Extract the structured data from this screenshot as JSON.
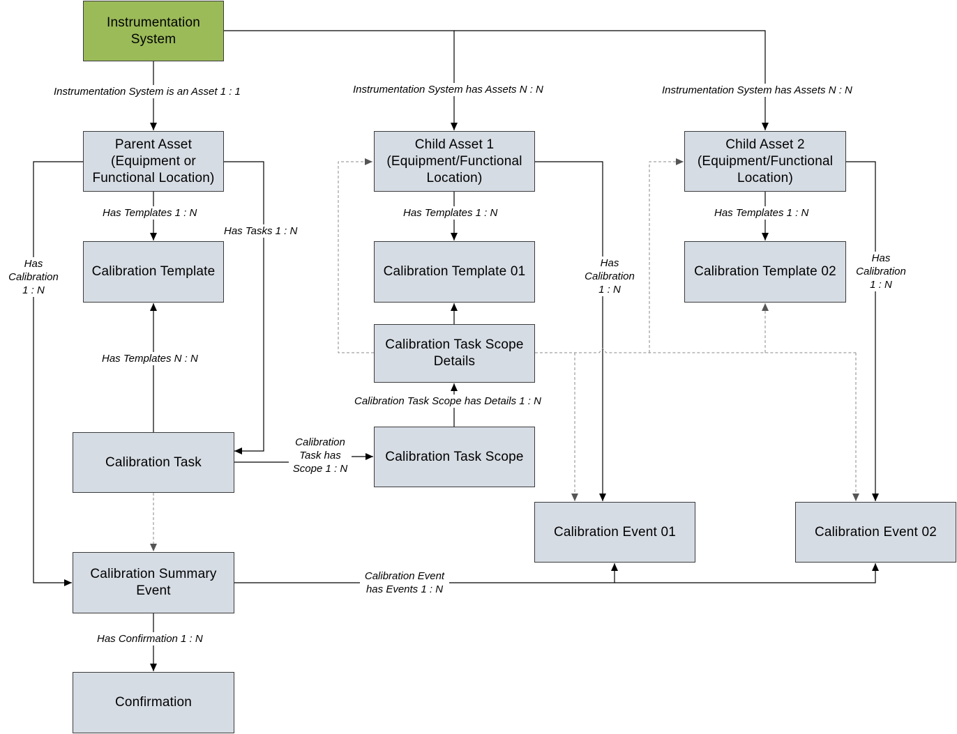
{
  "nodes": {
    "instrumentation_system": "Instrumentation\nSystem",
    "parent_asset": "Parent Asset\n(Equipment or\nFunctional Location)",
    "calibration_template": "Calibration Template",
    "calibration_task": "Calibration Task",
    "calibration_summary_event": "Calibration Summary\nEvent",
    "confirmation": "Confirmation",
    "child_asset_1": "Child Asset 1\n(Equipment/Functional\nLocation)",
    "calibration_template_01": "Calibration Template 01",
    "calibration_task_scope_details": "Calibration Task Scope\nDetails",
    "calibration_task_scope": "Calibration Task Scope",
    "child_asset_2": "Child Asset 2\n(Equipment/Functional\nLocation)",
    "calibration_template_02": "Calibration Template 02",
    "calibration_event_01": "Calibration Event 01",
    "calibration_event_02": "Calibration Event 02"
  },
  "edges": {
    "system_is_asset": "Instrumentation System is an Asset 1 : 1",
    "system_has_assets_1": "Instrumentation System has Assets N : N",
    "system_has_assets_2": "Instrumentation System has Assets N : N",
    "parent_has_templates": "Has Templates 1 : N",
    "parent_has_tasks": "Has Tasks 1 : N",
    "parent_has_calibration": "Has\nCalibration\n1 : N",
    "task_has_templates": "Has Templates N : N",
    "task_has_scope": "Calibration\nTask has\nScope 1 : N",
    "scope_has_details": "Calibration Task Scope has Details 1 : N",
    "child1_has_templates": "Has Templates 1 : N",
    "child1_has_calibration": "Has\nCalibration\n1 : N",
    "child2_has_templates": "Has Templates 1 : N",
    "child2_has_calibration": "Has\nCalibration\n1 : N",
    "summary_has_confirmation": "Has Confirmation 1 : N",
    "summary_has_events": "Calibration Event\nhas Events 1 : N"
  },
  "colors": {
    "root_fill": "#9bbb59",
    "box_fill": "#d6dce4",
    "line": "#000000",
    "dashed_line": "#a0a0a0"
  }
}
